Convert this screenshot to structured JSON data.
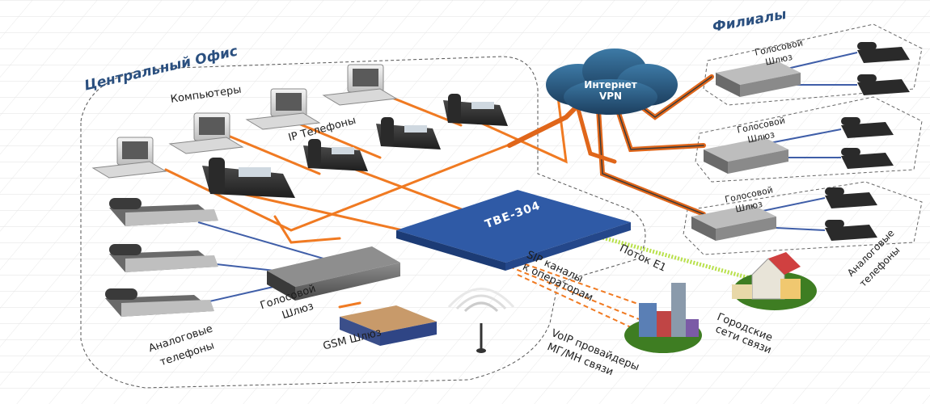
{
  "labels": {
    "central_office": "Центральный Офис",
    "branches": "Филиалы",
    "computers": "Компьютеры",
    "ip_phones": "IP Телефоны",
    "internet_line1": "Интернет",
    "internet_line2": "VPN",
    "tbe_device": "TBE-304",
    "voice_gateway_center_line1": "Голосовой",
    "voice_gateway_center_line2": "Шлюз",
    "analog_phones_center_line1": "Аналоговые",
    "analog_phones_center_line2": "телефоны",
    "gsm_gateway": "GSM Шлюз",
    "sip_channels_line1": "SIP каналы",
    "sip_channels_line2": "к операторам",
    "e1_stream": "Поток E1",
    "voip_providers_line1": "VoIP провайдеры",
    "voip_providers_line2": "МГ/МН связи",
    "city_networks_line1": "Городские",
    "city_networks_line2": "сети связи",
    "branch_gateway_line1": "Голосовой",
    "branch_gateway_line2": "Шлюз",
    "analog_phones_branch_line1": "Аналоговые",
    "analog_phones_branch_line2": "телефоны"
  },
  "colors": {
    "link_orange": "#f07a22",
    "link_blue": "#3f5ea8",
    "link_green": "#b8e04a",
    "title_blue": "#2a4f7f",
    "device_blue": "#2f5aa6",
    "cloud": "#2c5f86"
  }
}
